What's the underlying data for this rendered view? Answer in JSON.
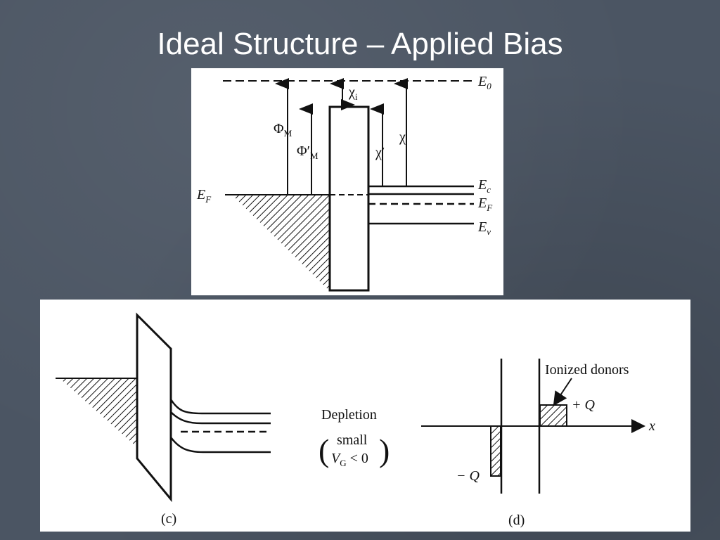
{
  "slide": {
    "title": "Ideal Structure – Applied Bias"
  },
  "top_diagram": {
    "labels": {
      "E0_main": "E",
      "E0_sub": "0",
      "chi_i_main": "χ",
      "chi_i_sub": "i",
      "phiM_main": "Φ",
      "phiM_sub": "M",
      "phiMp_main": "Φ′",
      "phiMp_sub": "M",
      "chip": "χ′",
      "chi": "χ",
      "EF_left_main": "E",
      "EF_left_sub": "F",
      "Ec_main": "E",
      "Ec_sub": "c",
      "EF_right_main": "E",
      "EF_right_sub": "F",
      "Ev_main": "E",
      "Ev_sub": "v"
    }
  },
  "bottom_diagram": {
    "depletion_label": "Depletion",
    "condition_small": "small",
    "condition_V": "V",
    "condition_sub": "G",
    "condition_rest": " < 0",
    "panel_c": "(c)",
    "panel_d": "(d)",
    "ionized_donors": "Ionized donors",
    "plus_Q": "+ Q",
    "minus_Q": "− Q",
    "x_axis": "x"
  }
}
